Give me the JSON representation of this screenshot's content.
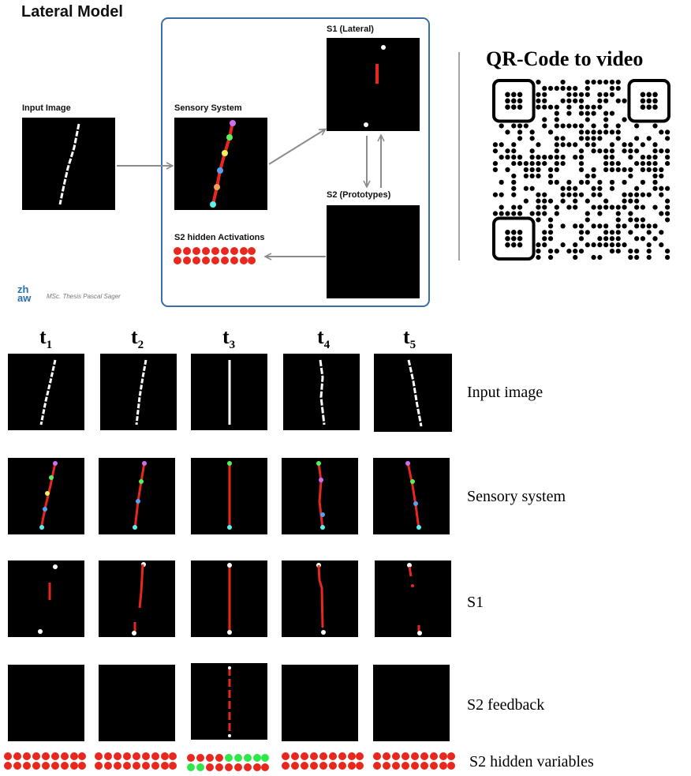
{
  "header": {
    "title": "Lateral Model"
  },
  "model_labels": {
    "input_image": "Input Image",
    "sensory_system": "Sensory System",
    "s1_lateral": "S1 (Lateral)",
    "s2_prototypes": "S2 (Prototypes)",
    "s2_hidden": "S2 hidden Activations"
  },
  "branding": {
    "logo_top": "zh",
    "logo_bottom": "aw",
    "credit": "MSc. Thesis Pascal Sager"
  },
  "qr": {
    "title": "QR-Code to video"
  },
  "timesteps": [
    {
      "t": "t",
      "sub": "1"
    },
    {
      "t": "t",
      "sub": "2"
    },
    {
      "t": "t",
      "sub": "3"
    },
    {
      "t": "t",
      "sub": "4"
    },
    {
      "t": "t",
      "sub": "5"
    }
  ],
  "row_labels": {
    "input": "Input image",
    "sensory": "Sensory system",
    "s1": "S1",
    "s2_feedback": "S2 feedback",
    "s2_hidden": "S2 hidden variables"
  },
  "colors": {
    "frame_border": "#3a6ea5",
    "activation_red": "#e8281e",
    "activation_green": "#2ee84a",
    "arrow_gray": "#8c8c8c"
  },
  "hidden_states": [
    [
      "r",
      "r",
      "r",
      "r",
      "r",
      "r",
      "r",
      "r",
      "r",
      "r",
      "r",
      "r",
      "r",
      "r",
      "r",
      "r",
      "r",
      "r"
    ],
    [
      "r",
      "r",
      "r",
      "r",
      "r",
      "r",
      "r",
      "r",
      "r",
      "r",
      "r",
      "r",
      "r",
      "r",
      "r",
      "r",
      "r",
      "r"
    ],
    [
      "r",
      "r",
      "r",
      "r",
      "r",
      "r",
      "r",
      "r",
      "r",
      "r",
      "r",
      "r",
      "r",
      "r",
      "r",
      "r",
      "r",
      "r"
    ],
    [
      "r",
      "r",
      "r",
      "r",
      "r",
      "r",
      "r",
      "r",
      "r",
      "r",
      "r",
      "r",
      "r",
      "r",
      "r",
      "r",
      "r",
      "r"
    ],
    [
      "r",
      "r",
      "r",
      "r",
      "r",
      "r",
      "r",
      "r",
      "r",
      "r",
      "r",
      "r",
      "r",
      "r",
      "r",
      "r",
      "r",
      "r"
    ],
    [
      "r",
      "r",
      "r",
      "r",
      "r",
      "r",
      "r",
      "r",
      "r",
      "r",
      "r",
      "r",
      "r",
      "r",
      "r",
      "r",
      "r",
      "r"
    ]
  ]
}
